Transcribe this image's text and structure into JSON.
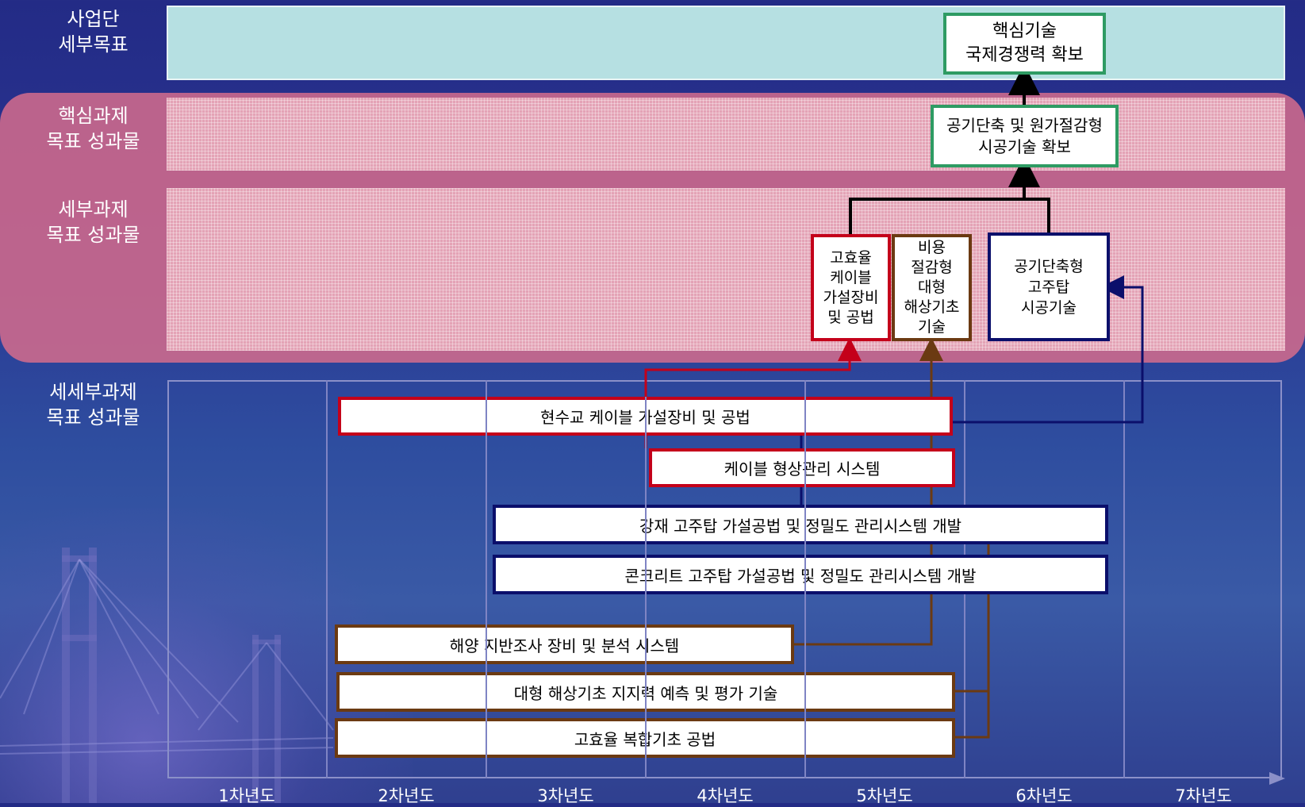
{
  "row_labels": {
    "goal": "사업단\n세부목표",
    "core": "핵심과제\n목표 성과물",
    "sub": "세부과제\n목표 성과물",
    "subsub": "세세부과제\n목표 성과물"
  },
  "boxes": {
    "goal": "핵심기술\n국제경쟁력 확보",
    "core": "공기단축 및 원가절감형\n시공기술 확보",
    "sub_cable": "고효율\n케이블\n가설장비\n및 공법",
    "sub_foundation": "비용\n절감형\n대형\n해상기초\n기술",
    "sub_tower": "공기단축형\n고주탑\n시공기술"
  },
  "bars": [
    {
      "label": "현수교 케이블 가설장비 및 공법",
      "color": "#c4001a"
    },
    {
      "label": "케이블 형상관리 시스템",
      "color": "#c4001a"
    },
    {
      "label": "강재 고주탑 가설공법 및 정밀도 관리시스템 개발",
      "color": "#0b0f6b"
    },
    {
      "label": "콘크리트 고주탑 가설공법 및 정밀도 관리시스템 개발",
      "color": "#0b0f6b"
    },
    {
      "label": "해양 지반조사 장비 및 분석 시스템",
      "color": "#6b3a12"
    },
    {
      "label": "대형 해상기초 지지력 예측 및 평가 기술",
      "color": "#6b3a12"
    },
    {
      "label": "고효율 복합기초 공법",
      "color": "#6b3a12"
    }
  ],
  "years": [
    "1차년도",
    "2차년도",
    "3차년도",
    "4차년도",
    "5차년도",
    "6차년도",
    "7차년도"
  ],
  "colors": {
    "green": "#2e9b63",
    "red": "#c4001a",
    "brown": "#6b3a12",
    "navy": "#0b0f6b"
  }
}
